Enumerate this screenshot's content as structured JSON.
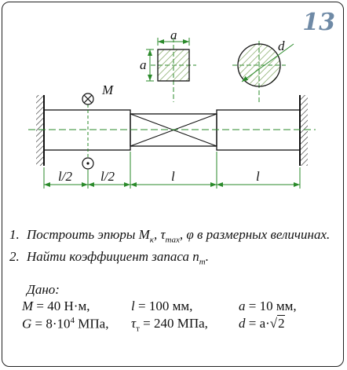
{
  "card_number": "13",
  "diagram": {
    "label_a_top": "a",
    "label_a_side": "a",
    "label_d": "d",
    "label_M": "M",
    "dim_labels": [
      "l/2",
      "l/2",
      "l",
      "l"
    ]
  },
  "tasks": [
    {
      "num": "1.",
      "text": "Построить эпюры M",
      "sub": "к",
      "text2": ", τ",
      "sub2": "max",
      "text3": ", φ в размерных величинах."
    },
    {
      "num": "2.",
      "text": "Найти коэффициент запаса n",
      "sub": "т",
      "text2": ".",
      "sub2": "",
      "text3": ""
    }
  ],
  "given": {
    "title": "Дано:",
    "row1": {
      "c1_sym": "M",
      "c1_val": " = 40 Н·м,",
      "c2_sym": "l",
      "c2_val": " = 100 мм,",
      "c3_sym": "a",
      "c3_val": " = 10 мм,"
    },
    "row2": {
      "c1_sym": "G",
      "c1_val": " = 8·10",
      "c1_sup": "4",
      "c1_unit": " МПа,",
      "c2_sym": "τ",
      "c2_sub": "т",
      "c2_val": " = 240 МПа,",
      "c3_sym": "d",
      "c3_val": " = a·",
      "c3_root": "2"
    }
  }
}
